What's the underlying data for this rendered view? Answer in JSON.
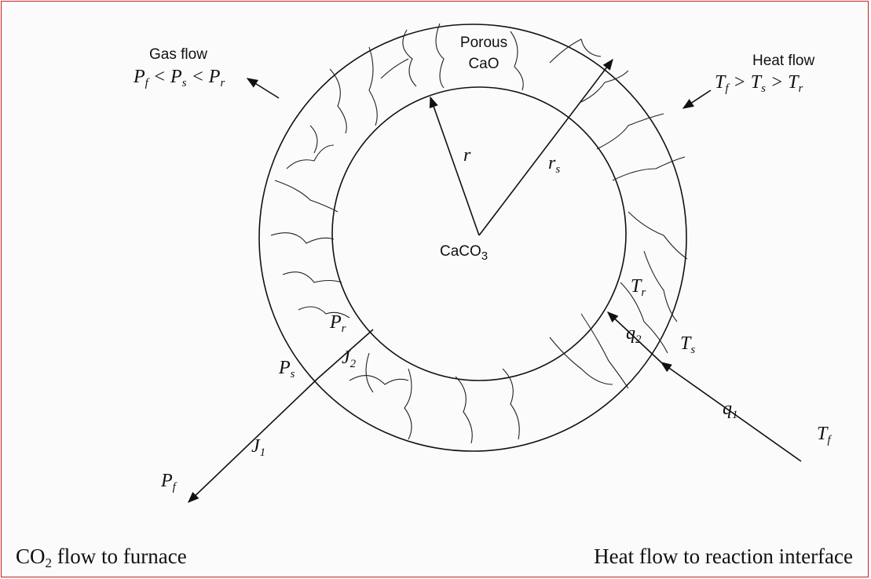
{
  "labels": {
    "porous_line1": "Porous",
    "porous_line2": "CaO",
    "core": "CaCO",
    "core_sub": "3",
    "gas_flow": "Gas flow",
    "heat_flow": "Heat flow",
    "r": "r",
    "rs": "r",
    "rs_sub": "s",
    "Pf": "P",
    "Pf_sub": "f",
    "Pr": "P",
    "Pr_sub": "r",
    "Ps": "P",
    "Ps_sub": "s",
    "J1": "J",
    "J1_sub": "1",
    "J2": "J",
    "J2_sub": "2",
    "Tr": "T",
    "Tr_sub": "r",
    "Ts": "T",
    "Ts_sub": "s",
    "Tf": "T",
    "Tf_sub": "f",
    "q1": "q",
    "q1_sub": "1",
    "q2": "q",
    "q2_sub": "2",
    "pressure_relation": {
      "a": "P",
      "a_sub": "f",
      "op1": " < ",
      "b": "P",
      "b_sub": "s",
      "op2": " < ",
      "c": "P",
      "c_sub": "r"
    },
    "temperature_relation": {
      "a": "T",
      "a_sub": "f",
      "op1": " > ",
      "b": "T",
      "b_sub": "s",
      "op2": " > ",
      "c": "T",
      "c_sub": "r"
    }
  },
  "captions": {
    "left_prefix": "CO",
    "left_sub": "2",
    "left_suffix": " flow to furnace",
    "right": "Heat flow to reaction interface"
  },
  "colors": {
    "frame": "#c81e1e",
    "ink": "#111111"
  }
}
